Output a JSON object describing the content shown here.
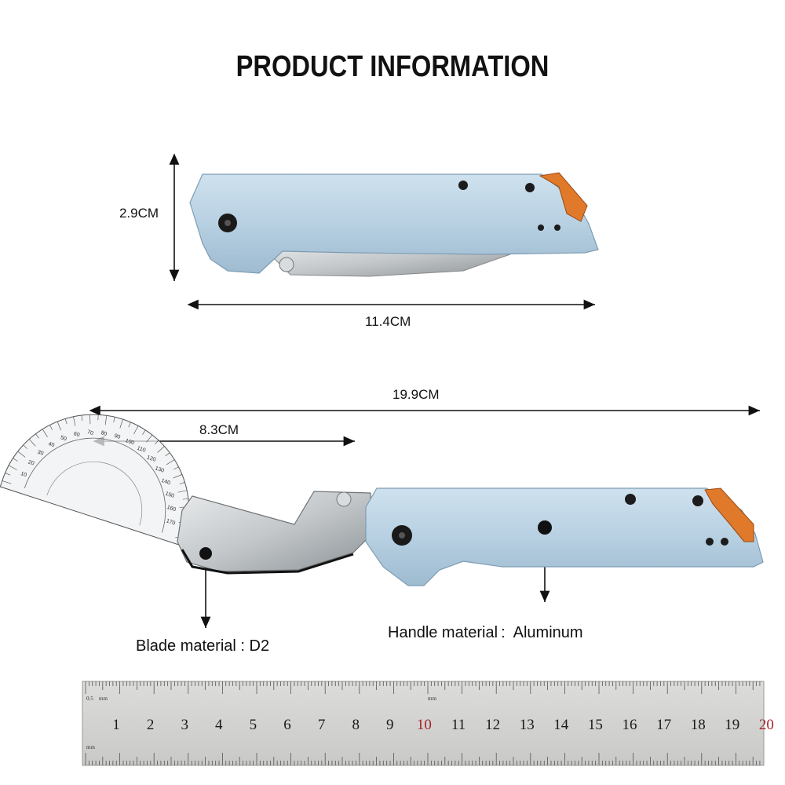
{
  "page": {
    "title": "PRODUCT INFORMATION"
  },
  "dimensions": {
    "closed_height": "2.9CM",
    "closed_length": "11.4CM",
    "overall_length": "19.9CM",
    "blade_length": "8.3CM"
  },
  "specs": {
    "blade_material": "Blade material : D2",
    "handle_material": "Handle material :  Aluminum"
  },
  "ruler": {
    "unit_small": "mm",
    "corner_value": "0.5",
    "numbers": [
      "1",
      "2",
      "3",
      "4",
      "5",
      "6",
      "7",
      "8",
      "9",
      "10",
      "11",
      "12",
      "13",
      "14",
      "15",
      "16",
      "17",
      "18",
      "19",
      "20"
    ],
    "highlight_numbers": [
      "10",
      "20"
    ],
    "highlight_color": "#a3242a"
  },
  "protractor": {
    "numbers": [
      "10",
      "20",
      "30",
      "40",
      "50",
      "60",
      "70",
      "80",
      "90",
      "100",
      "110",
      "120",
      "130",
      "140",
      "150",
      "160",
      "170"
    ]
  },
  "colors": {
    "handle": "#b9d2e3",
    "handle_shadow": "#8fb0c8",
    "blade": "#c9cdd0",
    "clip": "#e07a2a",
    "ruler_bg": "#d5d5d3"
  }
}
